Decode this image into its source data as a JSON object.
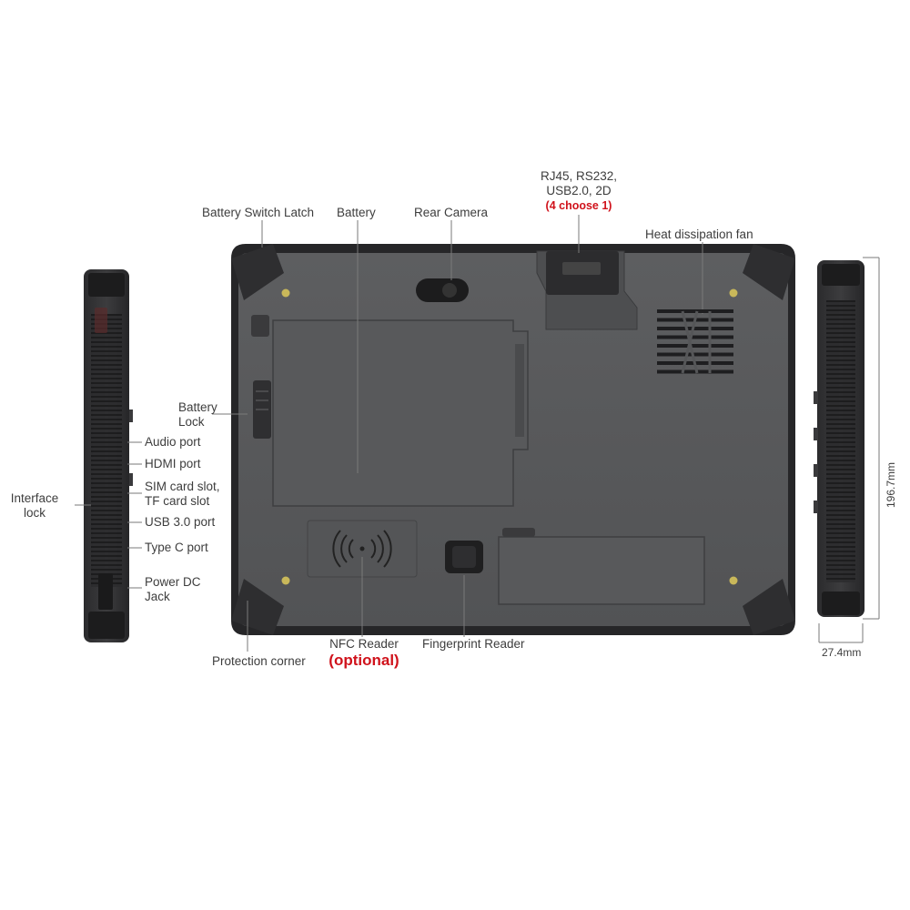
{
  "labels": {
    "battery_switch_latch": "Battery Switch Latch",
    "battery": "Battery",
    "rear_camera": "Rear Camera",
    "ports_option": "RJ45, RS232,",
    "ports_option_2": "USB2.0, 2D",
    "ports_choice": "(4 choose 1)",
    "heat_fan": "Heat dissipation fan",
    "battery_lock_1": "Battery",
    "battery_lock_2": "Lock",
    "audio_port": "Audio port",
    "hdmi_port": "HDMI port",
    "sim_slot_1": "SIM card slot,",
    "sim_slot_2": "TF card slot",
    "interface_lock_1": "Interface",
    "interface_lock_2": "lock",
    "usb3_port": "USB 3.0 port",
    "typec_port": "Type C port",
    "power_dc_1": "Power DC",
    "power_dc_2": "Jack",
    "protection_corner": "Protection corner",
    "nfc_reader": "NFC Reader",
    "nfc_optional": "(optional)",
    "fingerprint_reader": "Fingerprint Reader"
  },
  "dimensions": {
    "height": "196.7mm",
    "thickness": "27.4mm"
  },
  "colors": {
    "body": "#555658",
    "frame": "#2a2a2c",
    "line": "#7a7a7a",
    "accent": "#d0121b",
    "screw": "#c9b85a"
  }
}
